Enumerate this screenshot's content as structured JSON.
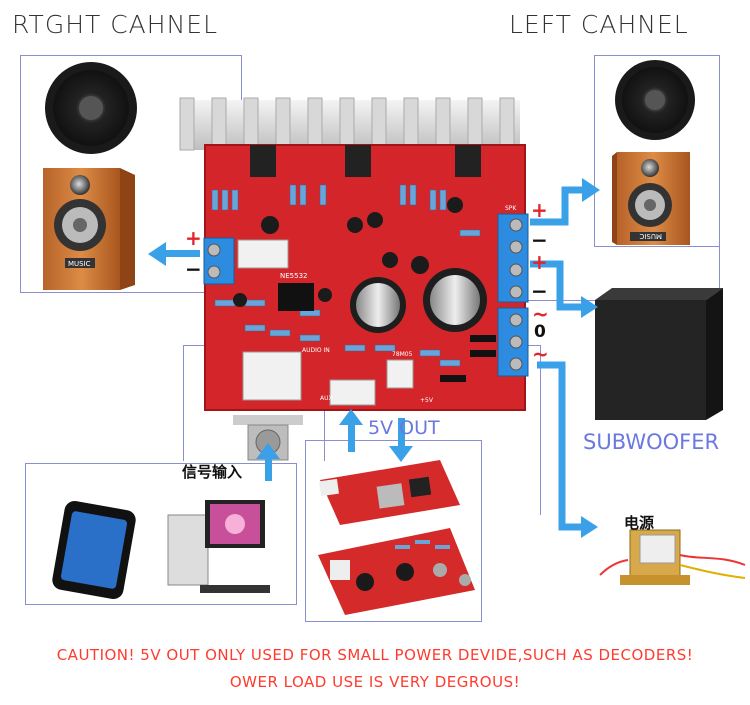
{
  "right_channel_label": "RTGHT CAHNEL",
  "left_channel_label": "LEFT CAHNEL",
  "subwoofer_label": "SUBWOOFER",
  "five_v_out_label": "5V OUT",
  "signal_input_label": "信号输入",
  "power_label": "电源",
  "caution_line1": "CAUTION!  5V OUT ONLY USED FOR SMALL POWER DEVIDE,SUCH AS DECODERS!",
  "caution_line2": "OWER LOAD USE IS VERY DEGROUS!",
  "speaker_brand": "MUSIC",
  "board_silk": {
    "chip": "NE5532",
    "reg": "78M05",
    "audio_in": "AUDIO IN",
    "aux": "AUX",
    "plus5v": "+5V",
    "speaker": "SPK"
  },
  "terminals": {
    "plus": "+",
    "minus": "−",
    "zero": "0",
    "tilde": "~"
  },
  "colors": {
    "arrow": "#3aa0e8",
    "board": "#d4262a",
    "box": "#8a8fd0",
    "caution": "#ff3b2f",
    "accent_text": "#6a78e0"
  }
}
